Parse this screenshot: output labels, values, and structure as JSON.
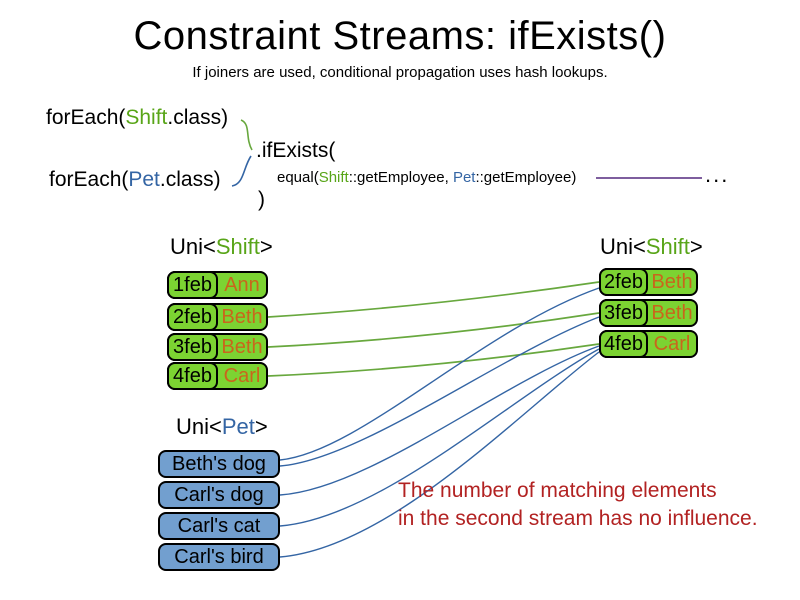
{
  "slide": {
    "title": "Constraint Streams: ifExists()",
    "subtitle": "If joiners are used, conditional propagation uses hash lookups."
  },
  "code": {
    "foreach_shift": {
      "prefix": "forEach(",
      "cls": "Shift",
      "suffix": ".class)"
    },
    "foreach_pet": {
      "prefix": "forEach(",
      "cls": "Pet",
      "suffix": ".class)"
    },
    "if_exists": ".ifExists(",
    "equal": {
      "p1": "equal(",
      "c1": "Shift",
      "p2": "::getEmployee, ",
      "c2": "Pet",
      "p3": "::getEmployee)"
    },
    "close_paren": ")",
    "ellipsis": "..."
  },
  "left_shift_table": {
    "header": {
      "prefix": "Uni<",
      "cls": "Shift",
      "suffix": ">"
    },
    "rows": [
      {
        "date": "1feb",
        "name": "Ann"
      },
      {
        "date": "2feb",
        "name": "Beth"
      },
      {
        "date": "3feb",
        "name": "Beth"
      },
      {
        "date": "4feb",
        "name": "Carl"
      }
    ]
  },
  "right_shift_table": {
    "header": {
      "prefix": "Uni<",
      "cls": "Shift",
      "suffix": ">"
    },
    "rows": [
      {
        "date": "2feb",
        "name": "Beth"
      },
      {
        "date": "3feb",
        "name": "Beth"
      },
      {
        "date": "4feb",
        "name": "Carl"
      }
    ]
  },
  "pet_table": {
    "header": {
      "prefix": "Uni<",
      "cls": "Pet",
      "suffix": ">"
    },
    "rows": [
      "Beth's dog",
      "Carl's dog",
      "Carl's cat",
      "Carl's bird"
    ]
  },
  "note": {
    "line1": "The number of matching elements",
    "line2": "in the second stream has no influence."
  },
  "colors": {
    "green_box": "#7cd332",
    "green_text": "#58a518",
    "green_line": "#68a83e",
    "orange_text": "#c9661c",
    "blue_box": "#729fcf",
    "blue_text": "#3465a4",
    "blue_line": "#3465a4",
    "purple_line": "#7e5e9e",
    "red_text": "#b22222"
  }
}
